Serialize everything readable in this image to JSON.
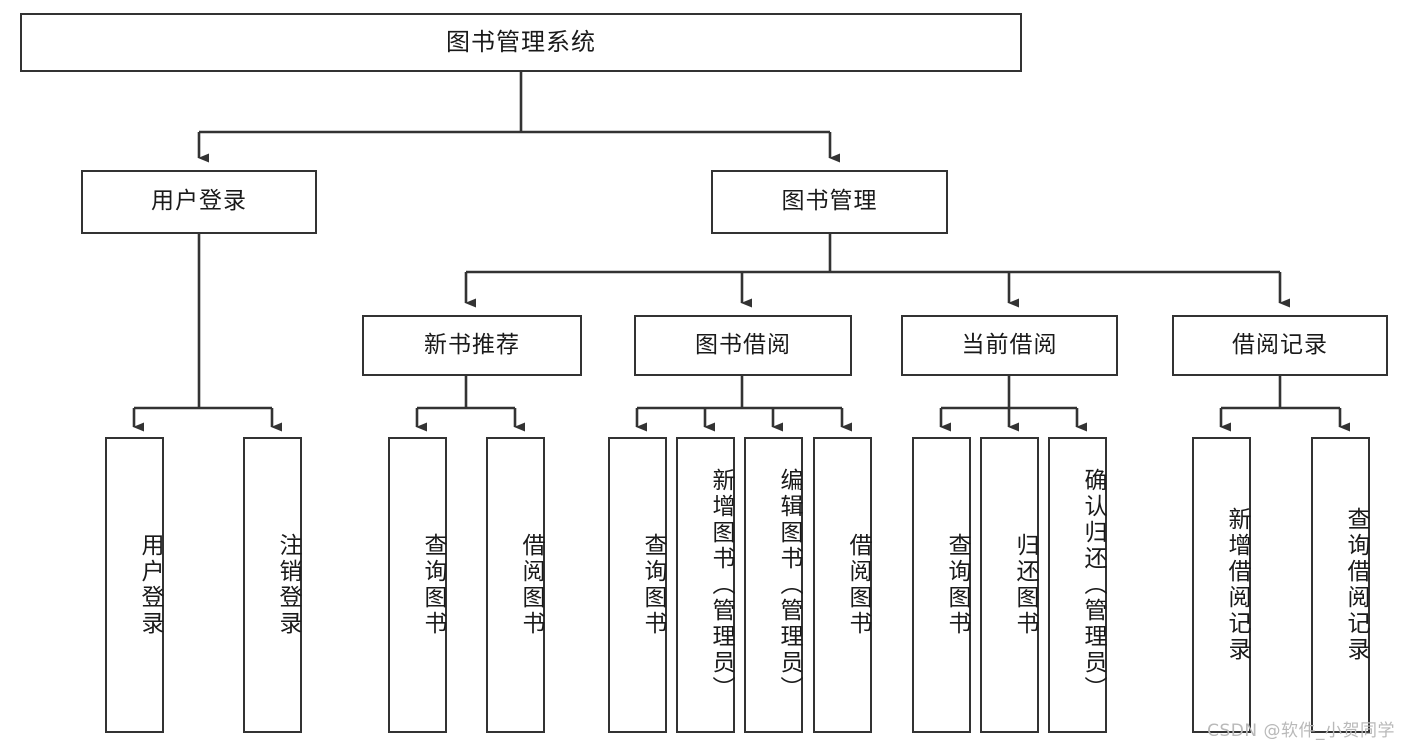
{
  "diagram": {
    "type": "tree-diagram",
    "title": "图书管理系统",
    "watermark": "CSDN @软件_小贺同学",
    "colors": {
      "node_border": "#333333",
      "node_fill": "#ffffff",
      "edge": "#333333",
      "text": "#1a1a1a",
      "watermark": "#b9b9b9",
      "background": "#ffffff"
    }
  },
  "nodes": {
    "root": {
      "label": "图书管理系统"
    },
    "level2": [
      {
        "id": "user-login",
        "label": "用户登录"
      },
      {
        "id": "book-manage",
        "label": "图书管理"
      }
    ],
    "level3": [
      {
        "id": "new-book-recommend",
        "label": "新书推荐"
      },
      {
        "id": "book-borrow",
        "label": "图书借阅"
      },
      {
        "id": "current-borrow",
        "label": "当前借阅"
      },
      {
        "id": "borrow-record",
        "label": "借阅记录"
      }
    ],
    "leaves": {
      "user_login": [
        {
          "id": "leaf-user-login",
          "label": "用户登录"
        },
        {
          "id": "leaf-logout-login",
          "label": "注销登录"
        }
      ],
      "new_book_recommend": [
        {
          "id": "leaf-query-book-1",
          "label": "查询图书"
        },
        {
          "id": "leaf-borrow-book-1",
          "label": "借阅图书"
        }
      ],
      "book_borrow": [
        {
          "id": "leaf-query-book-2",
          "label": "查询图书"
        },
        {
          "id": "leaf-add-book",
          "label": "新增图书（管理员）"
        },
        {
          "id": "leaf-edit-book",
          "label": "编辑图书（管理员）"
        },
        {
          "id": "leaf-borrow-book-2",
          "label": "借阅图书"
        }
      ],
      "current_borrow": [
        {
          "id": "leaf-query-book-3",
          "label": "查询图书"
        },
        {
          "id": "leaf-return-book",
          "label": "归还图书"
        },
        {
          "id": "leaf-confirm-return",
          "label": "确认归还（管理员）"
        }
      ],
      "borrow_record": [
        {
          "id": "leaf-add-borrow-record",
          "label": "新增借阅记录"
        },
        {
          "id": "leaf-query-borrow-record",
          "label": "查询借阅记录"
        }
      ]
    }
  }
}
